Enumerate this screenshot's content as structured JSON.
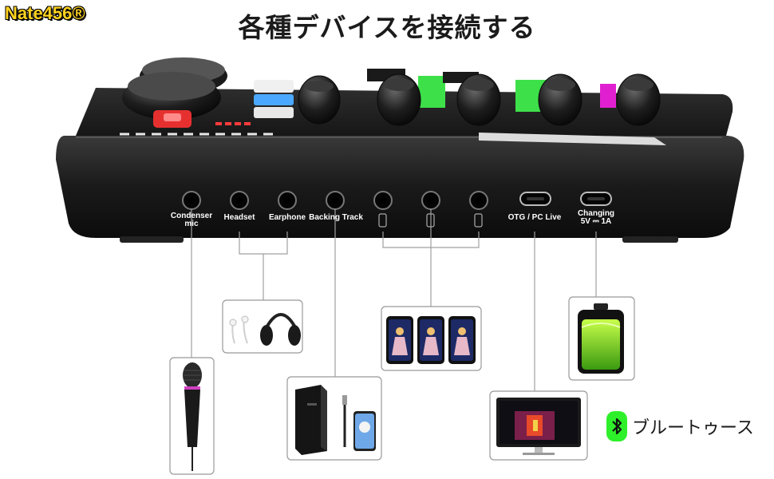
{
  "brand": "Nate456®",
  "headline": "各種デバイスを接続する",
  "ports": [
    {
      "label_lines": [
        "Condenser",
        "mic"
      ],
      "kind": "jack"
    },
    {
      "label_lines": [
        "Headset"
      ],
      "kind": "jack"
    },
    {
      "label_lines": [
        "Earphone"
      ],
      "kind": "jack"
    },
    {
      "label_lines": [
        "Backing Track"
      ],
      "kind": "jack"
    },
    {
      "label_lines": [
        ""
      ],
      "kind": "phone-jack"
    },
    {
      "label_lines": [
        ""
      ],
      "kind": "phone-jack"
    },
    {
      "label_lines": [
        ""
      ],
      "kind": "phone-jack"
    },
    {
      "label_lines": [
        "OTG / PC Live"
      ],
      "kind": "usb-c"
    },
    {
      "label_lines": [
        "Changing",
        "5V ⎓ 1A"
      ],
      "kind": "usb-c"
    }
  ],
  "bluetooth": {
    "icon": "bluetooth-icon",
    "label": "ブルートゥース",
    "badge_color": "#2ef02a"
  },
  "accessories": [
    "earphones-headphones",
    "three-smartphones",
    "microphone",
    "pc-cable-phone",
    "battery",
    "monitor"
  ]
}
